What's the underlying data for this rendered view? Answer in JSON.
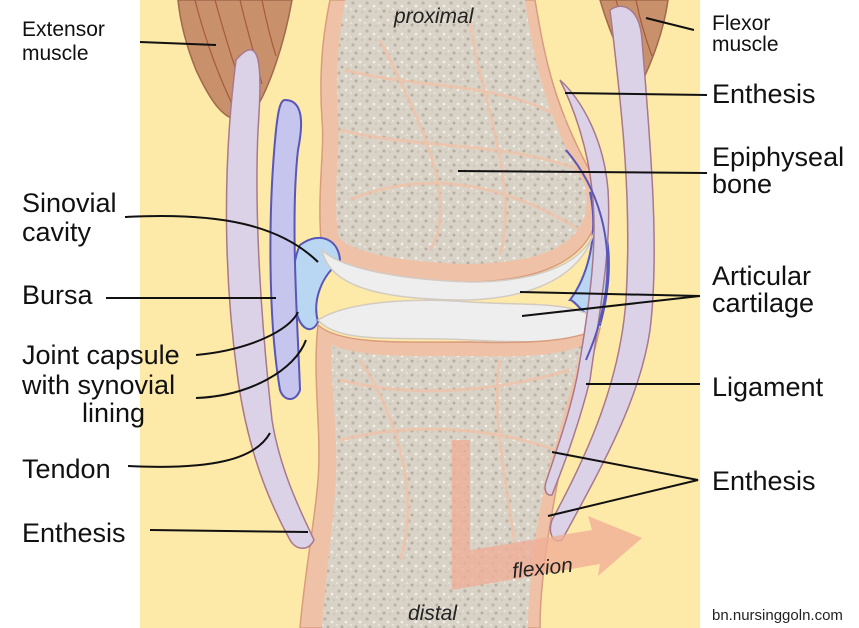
{
  "labels": {
    "proximal": "proximal",
    "distal": "distal",
    "flexion": "flexion",
    "extensor_muscle": [
      "Extensor",
      "muscle"
    ],
    "flexor_muscle": [
      "Flexor",
      "muscle"
    ],
    "enthesis_top_right": "Enthesis",
    "epiphyseal_bone": [
      "Epiphyseal",
      "bone"
    ],
    "synovial_cavity": [
      "Sinovial",
      "cavity"
    ],
    "articular_cartilage": [
      "Articular",
      "cartilage"
    ],
    "bursa": "Bursa",
    "joint_capsule": [
      "Joint capsule",
      "with synovial",
      "lining"
    ],
    "ligament": "Ligament",
    "tendon": "Tendon",
    "enthesis_left": "Enthesis",
    "enthesis_bottom_right": "Enthesis"
  },
  "credit": "bn.nursinggoln.com",
  "colors": {
    "soft_tissue": "#fde9a8",
    "muscle": "#c8916c",
    "bone": "#d8d2c6",
    "periosteum": "#efc2a8",
    "cartilage": "#eeeeee",
    "synovial_fluid": "#b9d6f2",
    "capsule_line": "#5856b8",
    "tendon": "#dcd2e8",
    "flexion_arrow": "#efae96"
  }
}
